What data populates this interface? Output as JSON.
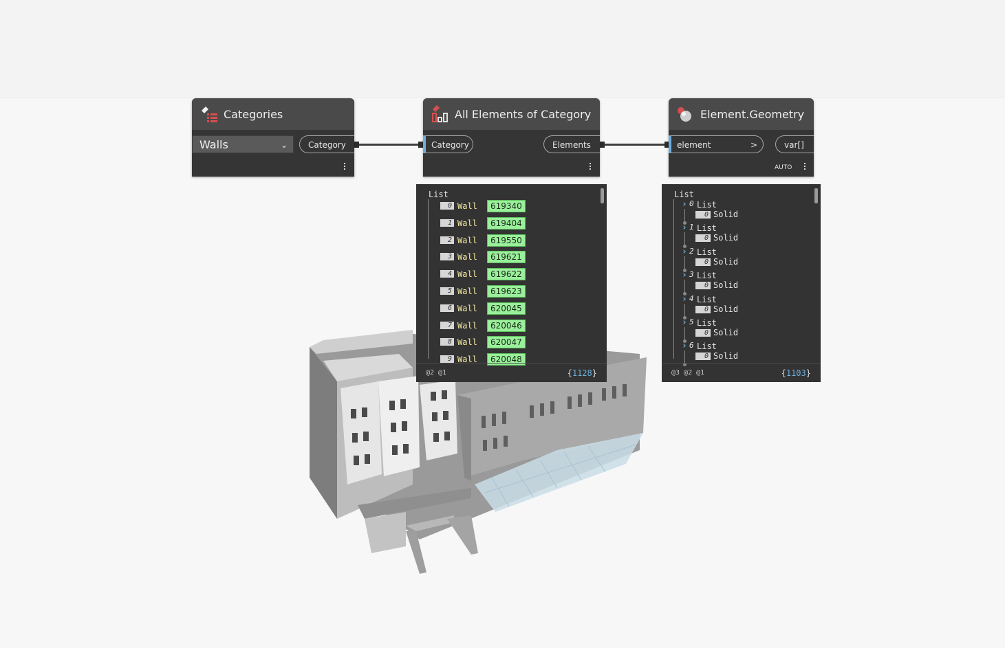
{
  "nodes": {
    "categories": {
      "title": "Categories",
      "dropdown_value": "Walls",
      "output_port": "Category"
    },
    "all_elements": {
      "title": "All Elements of Category",
      "input_port": "Category",
      "output_port": "Elements"
    },
    "element_geometry": {
      "title": "Element.Geometry",
      "input_port": "element",
      "input_arrow": ">",
      "output_port": "var[]",
      "lacing": "AUTO"
    }
  },
  "preview_elements": {
    "header": "List",
    "items": [
      {
        "index": "0",
        "type": "Wall",
        "id": "619340"
      },
      {
        "index": "1",
        "type": "Wall",
        "id": "619404"
      },
      {
        "index": "2",
        "type": "Wall",
        "id": "619550"
      },
      {
        "index": "3",
        "type": "Wall",
        "id": "619621"
      },
      {
        "index": "4",
        "type": "Wall",
        "id": "619622"
      },
      {
        "index": "5",
        "type": "Wall",
        "id": "619623"
      },
      {
        "index": "6",
        "type": "Wall",
        "id": "620045"
      },
      {
        "index": "7",
        "type": "Wall",
        "id": "620046"
      },
      {
        "index": "8",
        "type": "Wall",
        "id": "620047"
      },
      {
        "index": "9",
        "type": "Wall",
        "id": "620048"
      }
    ],
    "levels": "@2 @1",
    "count_open": "{",
    "count": "1128",
    "count_close": "}"
  },
  "preview_geometry": {
    "header": "List",
    "groups": [
      {
        "index": "0",
        "label": "List",
        "sub_index": "0",
        "sub_label": "Solid"
      },
      {
        "index": "1",
        "label": "List",
        "sub_index": "0",
        "sub_label": "Solid"
      },
      {
        "index": "2",
        "label": "List",
        "sub_index": "0",
        "sub_label": "Solid"
      },
      {
        "index": "3",
        "label": "List",
        "sub_index": "0",
        "sub_label": "Solid"
      },
      {
        "index": "4",
        "label": "List",
        "sub_index": "0",
        "sub_label": "Solid"
      },
      {
        "index": "5",
        "label": "List",
        "sub_index": "0",
        "sub_label": "Solid"
      },
      {
        "index": "6",
        "label": "List",
        "sub_index": "0",
        "sub_label": "Solid"
      }
    ],
    "levels": "@3 @2 @1",
    "count_open": "{",
    "count": "1103",
    "count_close": "}"
  },
  "icons": {
    "categories": "category-list-icon",
    "all_elements": "elements-icon",
    "element_geometry": "geometry-sphere-icon",
    "dropdown": "chevron-down-icon",
    "menu": "vertical-dots-icon"
  },
  "colors": {
    "node_body": "#353535",
    "node_header": "#4a4a4a",
    "input_accent": "#6ab0de",
    "element_id_bg": "#9af09a",
    "type_text": "#f5e9a2",
    "canvas": "#f7f7f7"
  }
}
